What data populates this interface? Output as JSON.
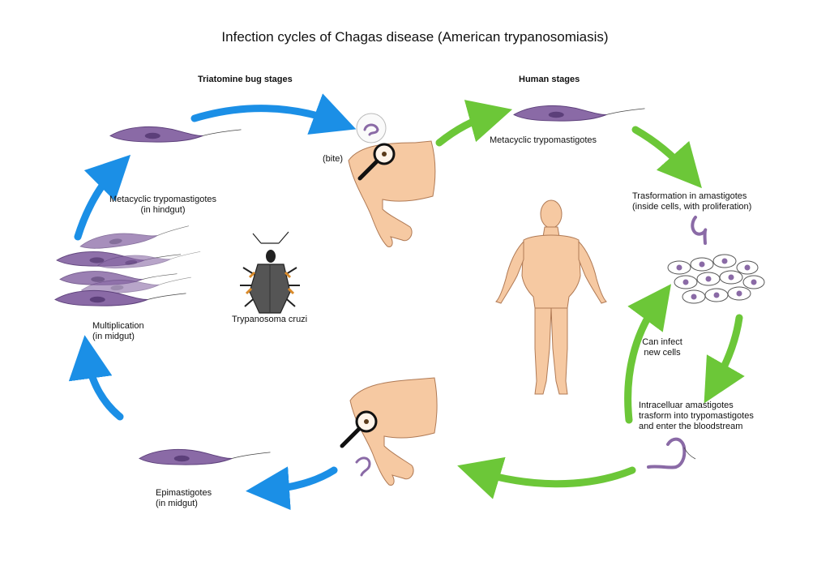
{
  "title": "Infection cycles of Chagas disease (American trypanosomiasis)",
  "sections": {
    "bug": "Triatomine bug stages",
    "human": "Human stages"
  },
  "labels": {
    "bite": "(bite)",
    "metacyclic_hindgut": "Metacyclic trypomastigotes\n(in hindgut)",
    "multiplication": "Multiplication\n(in midgut)",
    "epimastigotes": "Epimastigotes\n(in midgut)",
    "parasite": "Trypanosoma cruzi",
    "metacyclic_human": "Metacyclic trypomastigotes",
    "transformation": "Trasformation in amastigotes\n(inside cells, with proliferation)",
    "can_infect": "Can infect\nnew cells",
    "intracellular": "Intracelluar amastigotes\ntrasform into trypomastigotes\nand enter the bloodstream"
  },
  "colors": {
    "bug_arrow": "#1b8fe6",
    "human_arrow": "#6cc738",
    "parasite_fill": "#8a6aa6",
    "parasite_dark": "#5c3f7a",
    "skin": "#f6c9a2",
    "skin_line": "#b07a55"
  }
}
